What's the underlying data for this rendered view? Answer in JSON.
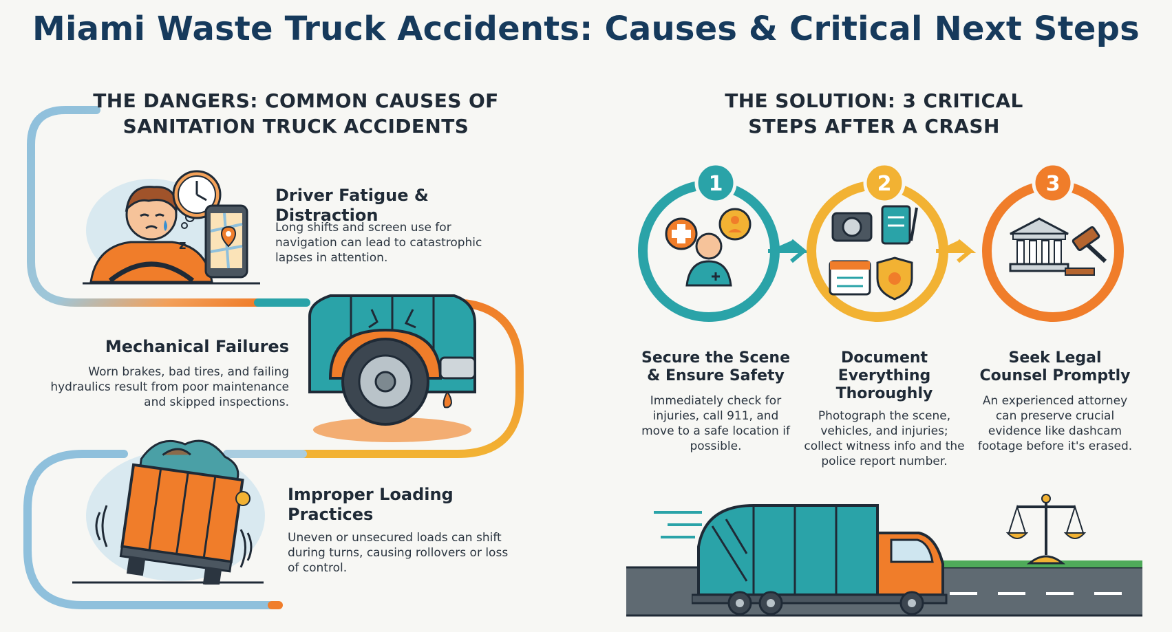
{
  "title": "Miami Waste Truck Accidents: Causes & Critical Next Steps",
  "dangers": {
    "heading": "THE DANGERS: COMMON CAUSES OF SANITATION TRUCK ACCIDENTS",
    "causes": [
      {
        "title": "Driver Fatigue & Distraction",
        "description": "Long shifts and screen use for navigation can lead to catastrophic lapses in attention."
      },
      {
        "title": "Mechanical Failures",
        "description": "Worn brakes, bad tires, and failing hydraulics result from poor maintenance and skipped inspections."
      },
      {
        "title": "Improper Loading Practices",
        "description": "Uneven or unsecured loads can shift during turns, causing rollovers or loss of control."
      }
    ]
  },
  "solution": {
    "heading": "THE SOLUTION: 3 CRITICAL STEPS AFTER A CRASH",
    "steps": [
      {
        "number": "1",
        "title": "Secure the Scene & Ensure Safety",
        "description": "Immediately check for injuries, call 911, and move to a safe location if possible.",
        "color": "#2aa3a8"
      },
      {
        "number": "2",
        "title": "Document Everything Thoroughly",
        "description": "Photograph the scene, vehicles, and injuries; collect witness info and the police report number.",
        "color": "#f2b233"
      },
      {
        "number": "3",
        "title": "Seek Legal Counsel Promptly",
        "description": "An experienced attorney can preserve crucial evidence like dashcam footage before it's erased.",
        "color": "#f07d2a"
      }
    ]
  },
  "colors": {
    "title": "#163a5c",
    "teal": "#2aa3a8",
    "yellow": "#f2b233",
    "orange": "#f07d2a",
    "road_blue": "#8fc0dc",
    "road_gray": "#5f6a72"
  },
  "icons": [
    "tired-driver-icon",
    "clock-icon",
    "phone-map-icon",
    "truck-wheel-icon",
    "overloaded-truck-icon",
    "medical-cross-icon",
    "person-icon",
    "camera-icon",
    "notebook-icon",
    "calendar-form-icon",
    "police-badge-icon",
    "courthouse-icon",
    "gavel-icon",
    "garbage-truck-icon",
    "scales-of-justice-icon"
  ]
}
